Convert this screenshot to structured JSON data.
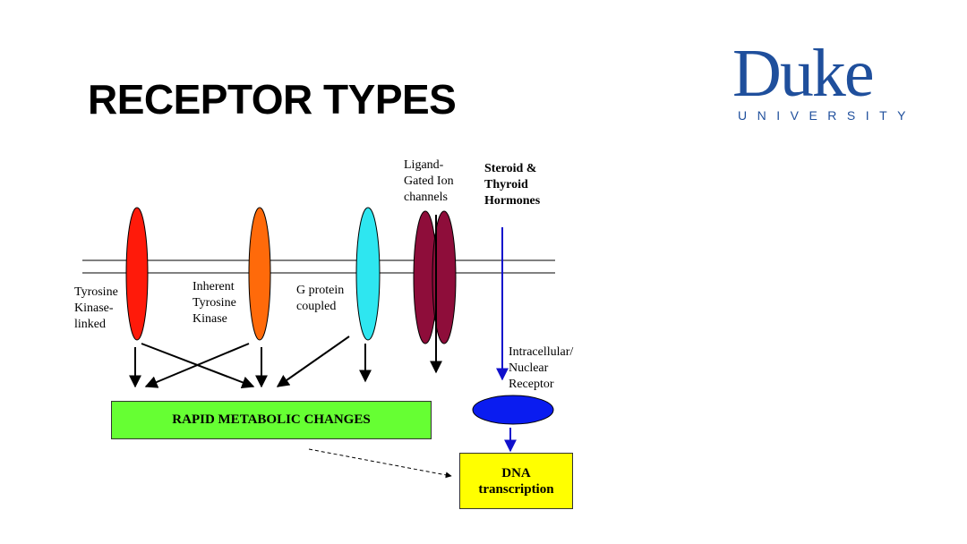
{
  "slide": {
    "title": "RECEPTOR TYPES"
  },
  "logo": {
    "main": "Duke",
    "sub": "UNIVERSITY",
    "color": "#1f4f9c"
  },
  "diagram": {
    "receptors": [
      {
        "label": "Tyrosine\nKinase-\nlinked",
        "color": "#ff1a0a"
      },
      {
        "label": "Inherent\nTyrosine\nKinase",
        "color": "#ff6a0a"
      },
      {
        "label": "G protein\ncoupled",
        "color": "#2ee6f0"
      },
      {
        "label": "Ligand-\nGated Ion\nchannels",
        "color": "#8e0d3a"
      }
    ],
    "steroid_label": "Steroid &\nThyroid\nHormones",
    "intracellular_label": "Intracellular/\nNuclear\nReceptor",
    "intracellular_color": "#0a1cf0",
    "rapid_box": {
      "label": "RAPID METABOLIC CHANGES",
      "color": "#66ff33"
    },
    "dna_box": {
      "label": "DNA\ntranscription",
      "color": "#ffff00"
    }
  }
}
